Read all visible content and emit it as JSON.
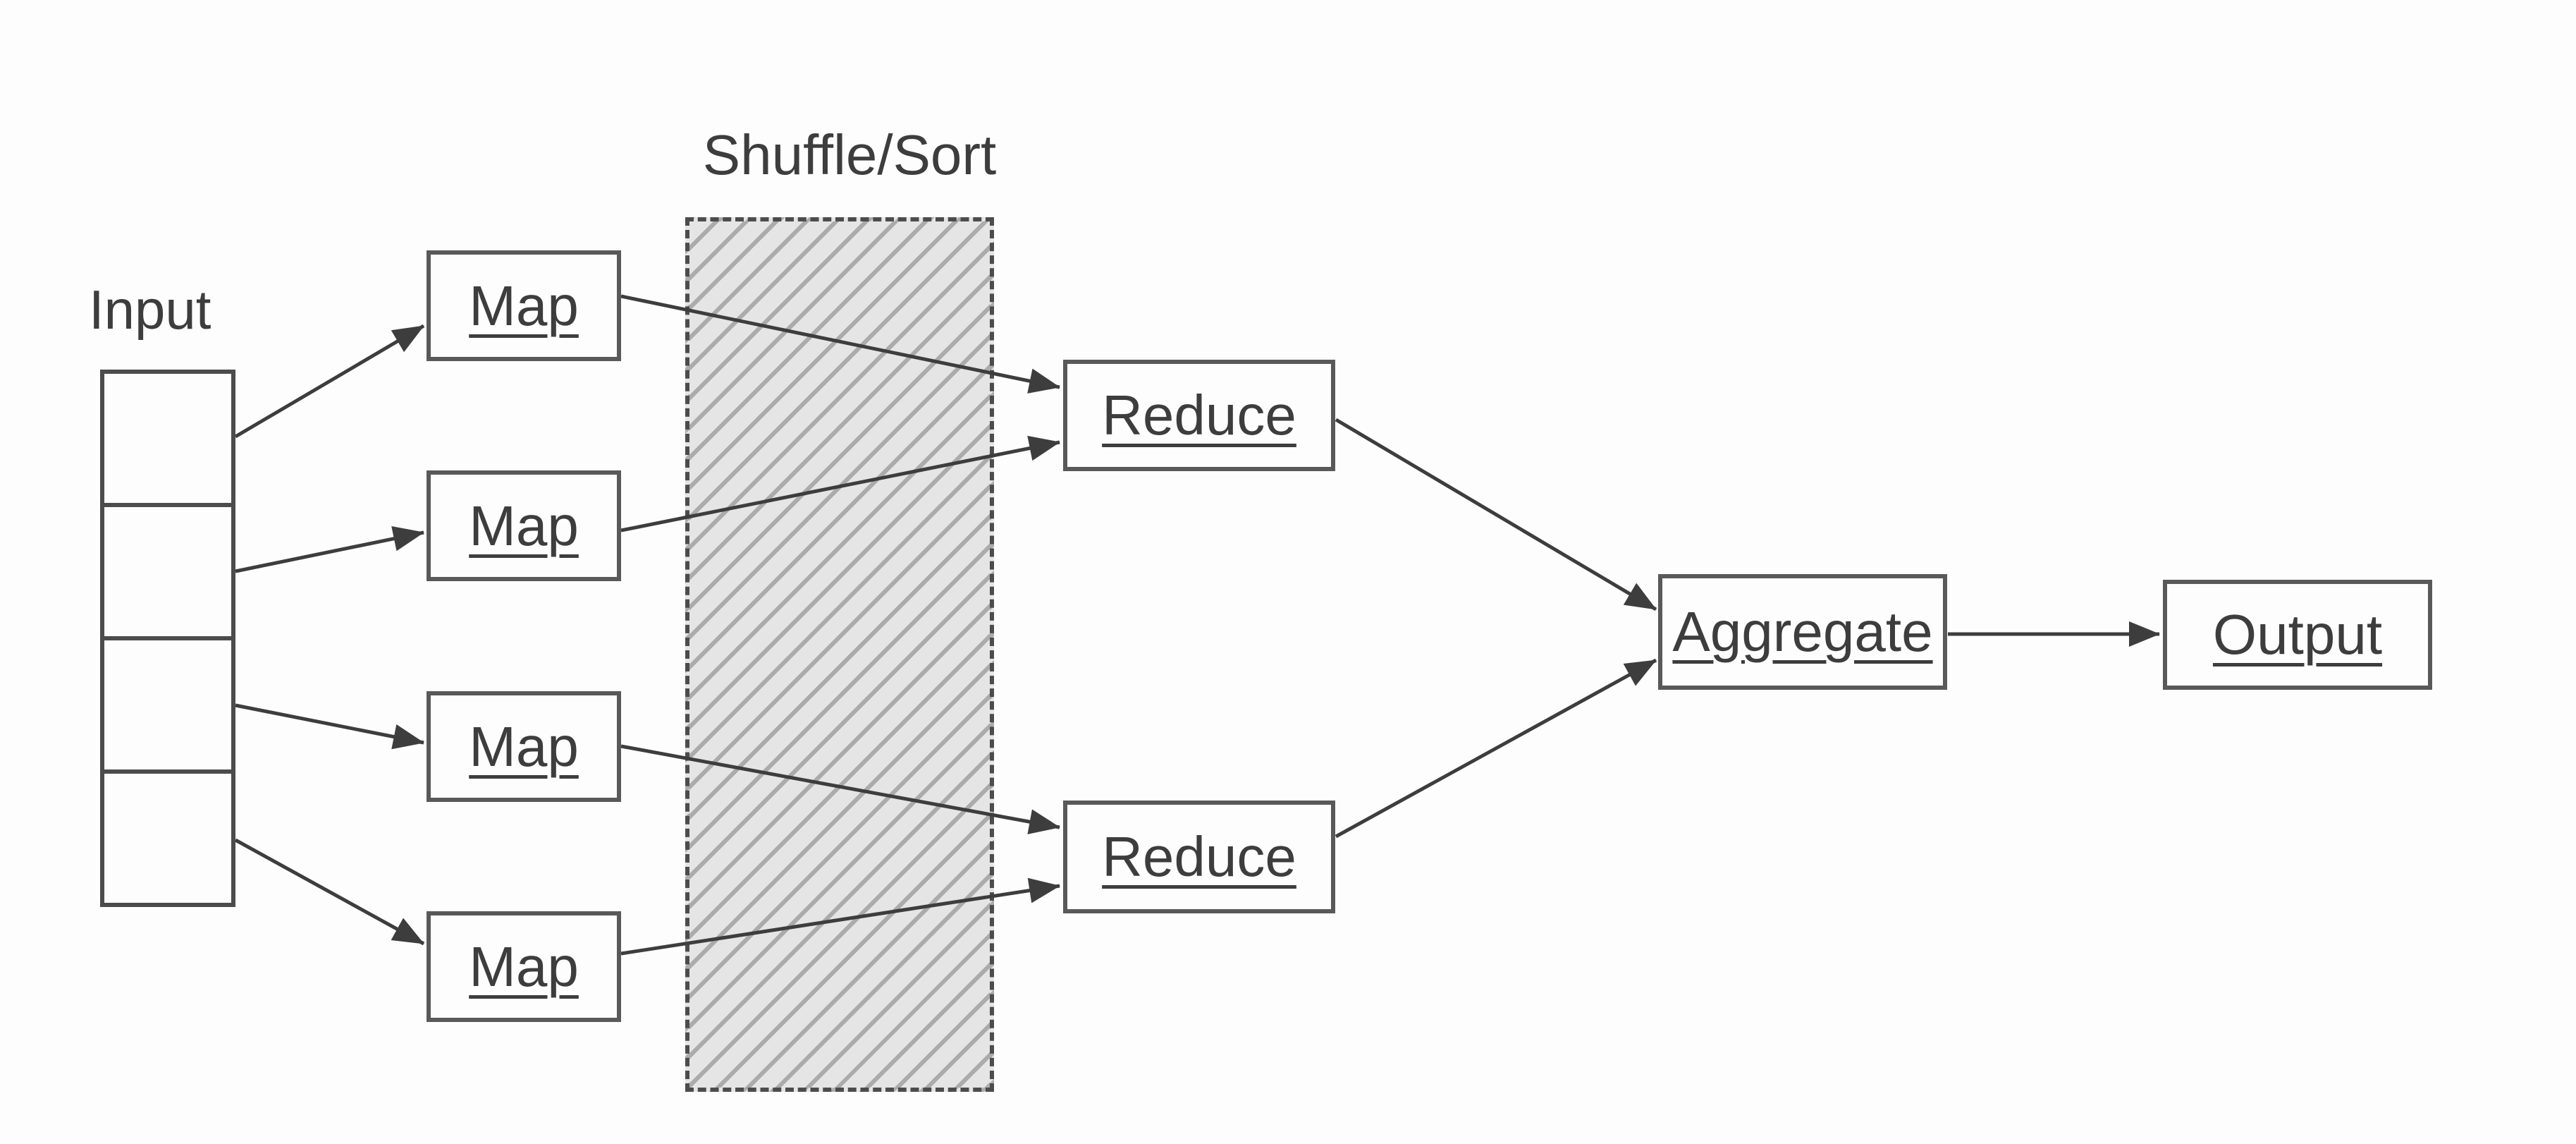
{
  "diagram": {
    "nodes": {
      "input_label": "Input",
      "shuffle_label": "Shuffle/Sort",
      "maps": [
        "Map",
        "Map",
        "Map",
        "Map"
      ],
      "reduces": [
        "Reduce",
        "Reduce"
      ],
      "aggregate": "Aggregate",
      "output": "Output"
    },
    "input_cells": 4,
    "edges": [
      {
        "from": "input-cell-1",
        "to": "map-1"
      },
      {
        "from": "input-cell-2",
        "to": "map-2"
      },
      {
        "from": "input-cell-3",
        "to": "map-3"
      },
      {
        "from": "input-cell-4",
        "to": "map-4"
      },
      {
        "from": "map-1",
        "to": "reduce-1"
      },
      {
        "from": "map-2",
        "to": "reduce-1"
      },
      {
        "from": "map-3",
        "to": "reduce-2"
      },
      {
        "from": "map-4",
        "to": "reduce-2"
      },
      {
        "from": "reduce-1",
        "to": "aggregate"
      },
      {
        "from": "reduce-2",
        "to": "aggregate"
      },
      {
        "from": "aggregate",
        "to": "output"
      }
    ],
    "colors": {
      "background": "#fdfdfd",
      "line": "#3d3d3d",
      "box_border": "#595959",
      "text": "#3d3d3d",
      "hatch_fill": "#e5e5e5",
      "hatch_line": "#ababab"
    }
  }
}
